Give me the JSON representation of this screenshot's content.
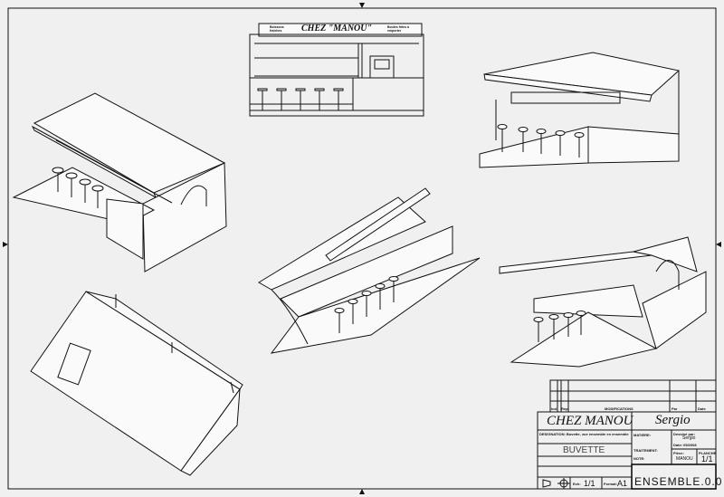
{
  "sign": {
    "left": "Boissons fraîches",
    "title": "CHEZ \"MANOU\"",
    "right": "Boules frites à emporter"
  },
  "title_block": {
    "rev_headers": [
      "Ind.",
      "Rep.",
      "MODIFICATIONS",
      "Par",
      "Date"
    ],
    "project": "CHEZ MANOU",
    "author_big": "Sergio",
    "designation_label": "DESIGNATION: Buvette, vue ensemble en ensemble",
    "designation": "BUVETTE",
    "matiere_label": "MATIERE:",
    "traitement_label": "TRAITEMENT:",
    "note_label": "NOTE:",
    "drawn_by_label": "Dessiné par:",
    "drawn_by": "Sergio",
    "date": "Date: 05/2008",
    "piece_label": "Pièce:",
    "piece": "MANOU",
    "planche_label": "PLANCHE",
    "planche": "1/1",
    "scale_label": "Ech:",
    "scale": "1/1",
    "format_label": "Format:",
    "format": "A1",
    "drawing_number": "ENSEMBLE.0.0"
  }
}
